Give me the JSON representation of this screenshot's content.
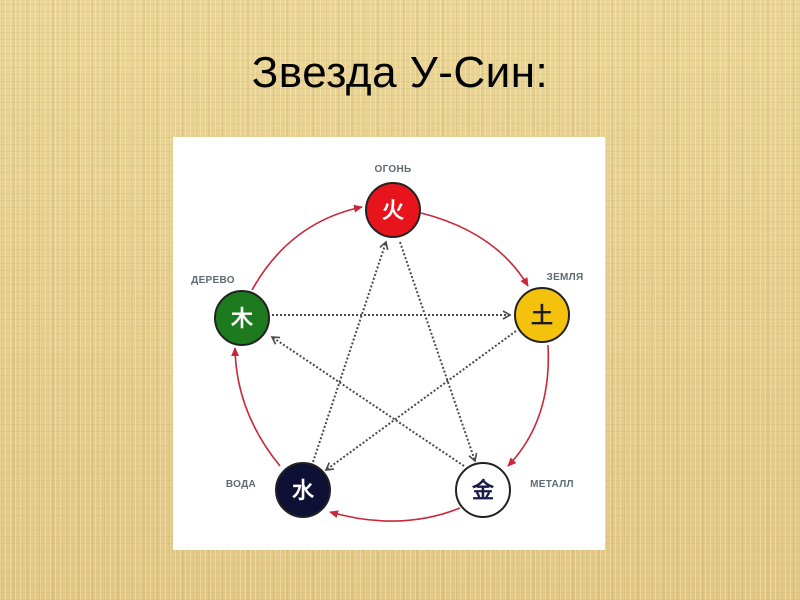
{
  "slide": {
    "title": "Звезда У-Син:"
  },
  "diagram": {
    "colors": {
      "cycle_arrow": "#c8283a",
      "star_arrow": "#4a4a4a",
      "panel_bg": "#ffffff",
      "label": "#5d6b72"
    },
    "elements": [
      {
        "id": "fire",
        "label": "ОГОНЬ",
        "glyph": "火",
        "fill": "#e8141b",
        "glyph_color": "#ffffff"
      },
      {
        "id": "earth",
        "label": "ЗЕМЛЯ",
        "glyph": "土",
        "fill": "#f4c20d",
        "glyph_color": "#1a1a1a"
      },
      {
        "id": "metal",
        "label": "МЕТАЛЛ",
        "glyph": "金",
        "fill": "#ffffff",
        "glyph_color": "#1b1b4a"
      },
      {
        "id": "water",
        "label": "ВОДА",
        "glyph": "水",
        "fill": "#0f1035",
        "glyph_color": "#ffffff"
      },
      {
        "id": "wood",
        "label": "ДЕРЕВО",
        "glyph": "木",
        "fill": "#1d7a1d",
        "glyph_color": "#ffffff"
      }
    ],
    "generating_cycle": [
      {
        "from": "wood",
        "to": "fire"
      },
      {
        "from": "fire",
        "to": "earth"
      },
      {
        "from": "earth",
        "to": "metal"
      },
      {
        "from": "metal",
        "to": "water"
      },
      {
        "from": "water",
        "to": "wood"
      }
    ],
    "controlling_star": [
      {
        "from": "wood",
        "to": "earth"
      },
      {
        "from": "earth",
        "to": "water"
      },
      {
        "from": "water",
        "to": "fire"
      },
      {
        "from": "fire",
        "to": "metal"
      },
      {
        "from": "metal",
        "to": "wood"
      }
    ]
  }
}
